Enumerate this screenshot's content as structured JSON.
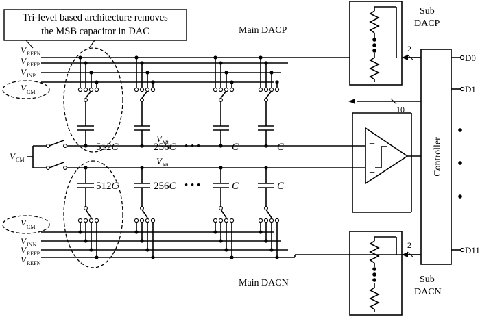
{
  "annotation": {
    "line1": "Tri-level based architecture removes",
    "line2": "the MSB capacitor in DAC"
  },
  "labels": {
    "main_dacp": "Main DACP",
    "main_dacn": "Main DACN",
    "sub_dacp_1": "Sub",
    "sub_dacp_2": "DACP",
    "sub_dacn_1": "Sub",
    "sub_dacn_2": "DACN",
    "controller": "Controller",
    "bus_top": "2",
    "bus_bottom": "2",
    "bus_mid": "10"
  },
  "top_refs": [
    {
      "v": "V",
      "sub": "REFN"
    },
    {
      "v": "V",
      "sub": "REFP"
    },
    {
      "v": "V",
      "sub": "INP"
    }
  ],
  "top_cm": {
    "v": "V",
    "sub": "CM"
  },
  "bottom_cm": {
    "v": "V",
    "sub": "CM"
  },
  "bottom_refs": [
    {
      "v": "V",
      "sub": "INN"
    },
    {
      "v": "V",
      "sub": "REFP"
    },
    {
      "v": "V",
      "sub": "REFN"
    }
  ],
  "vcm_input": {
    "v": "V",
    "sub": "CM"
  },
  "nodes": {
    "top": {
      "v": "V",
      "sub": "xp"
    },
    "bottom": {
      "v": "V",
      "sub": "xn"
    }
  },
  "caps_top": [
    {
      "num": "512",
      "unit": "C"
    },
    {
      "num": "256",
      "unit": "C"
    },
    {
      "num": "",
      "unit": "C"
    },
    {
      "num": "",
      "unit": "C"
    }
  ],
  "caps_bottom": [
    {
      "num": "512",
      "unit": "C"
    },
    {
      "num": "256",
      "unit": "C"
    },
    {
      "num": "",
      "unit": "C"
    },
    {
      "num": "",
      "unit": "C"
    }
  ],
  "ellipsis": "• • •",
  "outputs": [
    "D0",
    "D1",
    "D11"
  ],
  "comparator": {
    "plus": "+",
    "minus": "−"
  }
}
